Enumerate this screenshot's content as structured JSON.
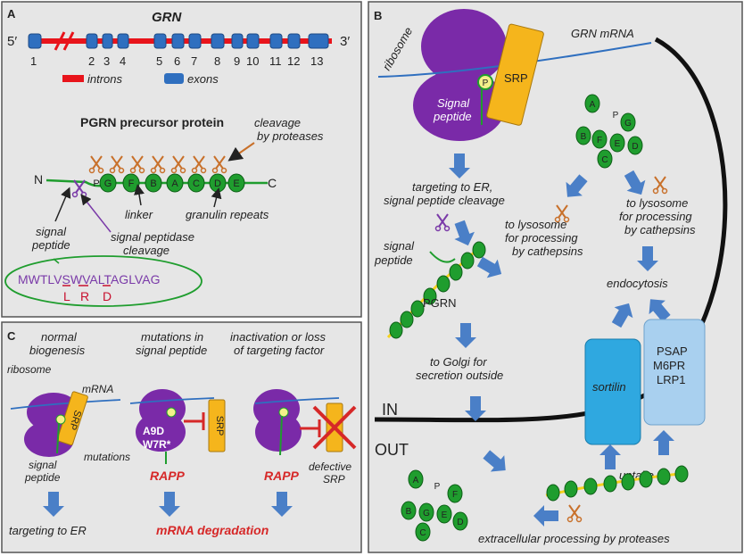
{
  "panelA": {
    "tag": "A",
    "gene": "GRN",
    "five_prime": "5′",
    "three_prime": "3′",
    "exon_numbers": [
      "1",
      "2",
      "3",
      "4",
      "5",
      "6",
      "7",
      "8",
      "9",
      "10",
      "11",
      "12",
      "13"
    ],
    "legend_introns": "introns",
    "legend_exons": "exons",
    "protein_title": "PGRN precursor protein",
    "cleavage_line1": "cleavage",
    "cleavage_line2": "by proteases",
    "n_term": "N",
    "c_term": "C",
    "domains": [
      "P",
      "G",
      "F",
      "B",
      "A",
      "C",
      "D",
      "E"
    ],
    "linker": "linker",
    "granulin_repeats": "granulin repeats",
    "signal_peptide_line1": "signal",
    "signal_peptide_line2": "peptide",
    "peptidase_line1": "signal peptidase",
    "peptidase_line2": "cleavage",
    "sequence": "MWTLVSWVALTAGLVAG",
    "mutations": [
      "L",
      "R",
      "D"
    ],
    "colors": {
      "intron": "#e8141b",
      "exon": "#2f6fbf",
      "granulin": "#1f9d2e",
      "scissors_protease": "#c8702a",
      "scissors_peptidase": "#7a3aa8"
    }
  },
  "panelB": {
    "tag": "B",
    "ribosome": "ribosome",
    "mrna": "GRN mRNA",
    "srp": "SRP",
    "p": "P",
    "signal_line1": "Signal",
    "signal_line2": "peptide",
    "targeting_line1": "targeting to ER,",
    "targeting_line2": "signal peptide cleavage",
    "sp_line1": "signal",
    "sp_line2": "peptide",
    "lyso1_line1": "to lysosome",
    "lyso1_line2": "for processing",
    "lyso1_line3": "by cathepsins",
    "lyso2_line1": "to lysosome",
    "lyso2_line2": "for processing",
    "lyso2_line3": "by cathepsins",
    "pgrn": "PGRN",
    "golgi_line1": "to Golgi for",
    "golgi_line2": "secretion outside",
    "endocytosis": "endocytosis",
    "sortilin": "sortilin",
    "receptors": [
      "PSAP",
      "M6PR",
      "LRP1"
    ],
    "in": "IN",
    "out": "OUT",
    "uptake": "uptake",
    "extracellular": "extracellular processing by proteases",
    "granulins_top": [
      "A",
      "P",
      "G",
      "B",
      "F",
      "E",
      "C",
      "D"
    ],
    "granulins_bottom": [
      "A",
      "P",
      "F",
      "B",
      "G",
      "E",
      "C",
      "D"
    ],
    "colors": {
      "ribosome": "#7a2aa8",
      "srp": "#f5b51c",
      "mrna": "#2f6fbf",
      "sortilin": "#2fa8e0",
      "receptor": "#a9d0ef",
      "arrow": "#4a7fc7"
    }
  },
  "panelC": {
    "tag": "C",
    "col1_line1": "normal",
    "col1_line2": "biogenesis",
    "col2_line1": "mutations in",
    "col2_line2": "signal peptide",
    "col3_line1": "inactivation or loss",
    "col3_line2": "of targeting factor",
    "ribosome": "ribosome",
    "mrna": "mRNA",
    "srp": "SRP",
    "mut1": "A9D",
    "mut2": "W7R*",
    "mutations": "mutations",
    "signal_line1": "signal",
    "signal_line2": "peptide",
    "rapp1": "RAPP",
    "rapp2": "RAPP",
    "defective_line1": "defective",
    "defective_line2": "SRP",
    "out1": "targeting to ER",
    "out2": "mRNA degradation"
  }
}
